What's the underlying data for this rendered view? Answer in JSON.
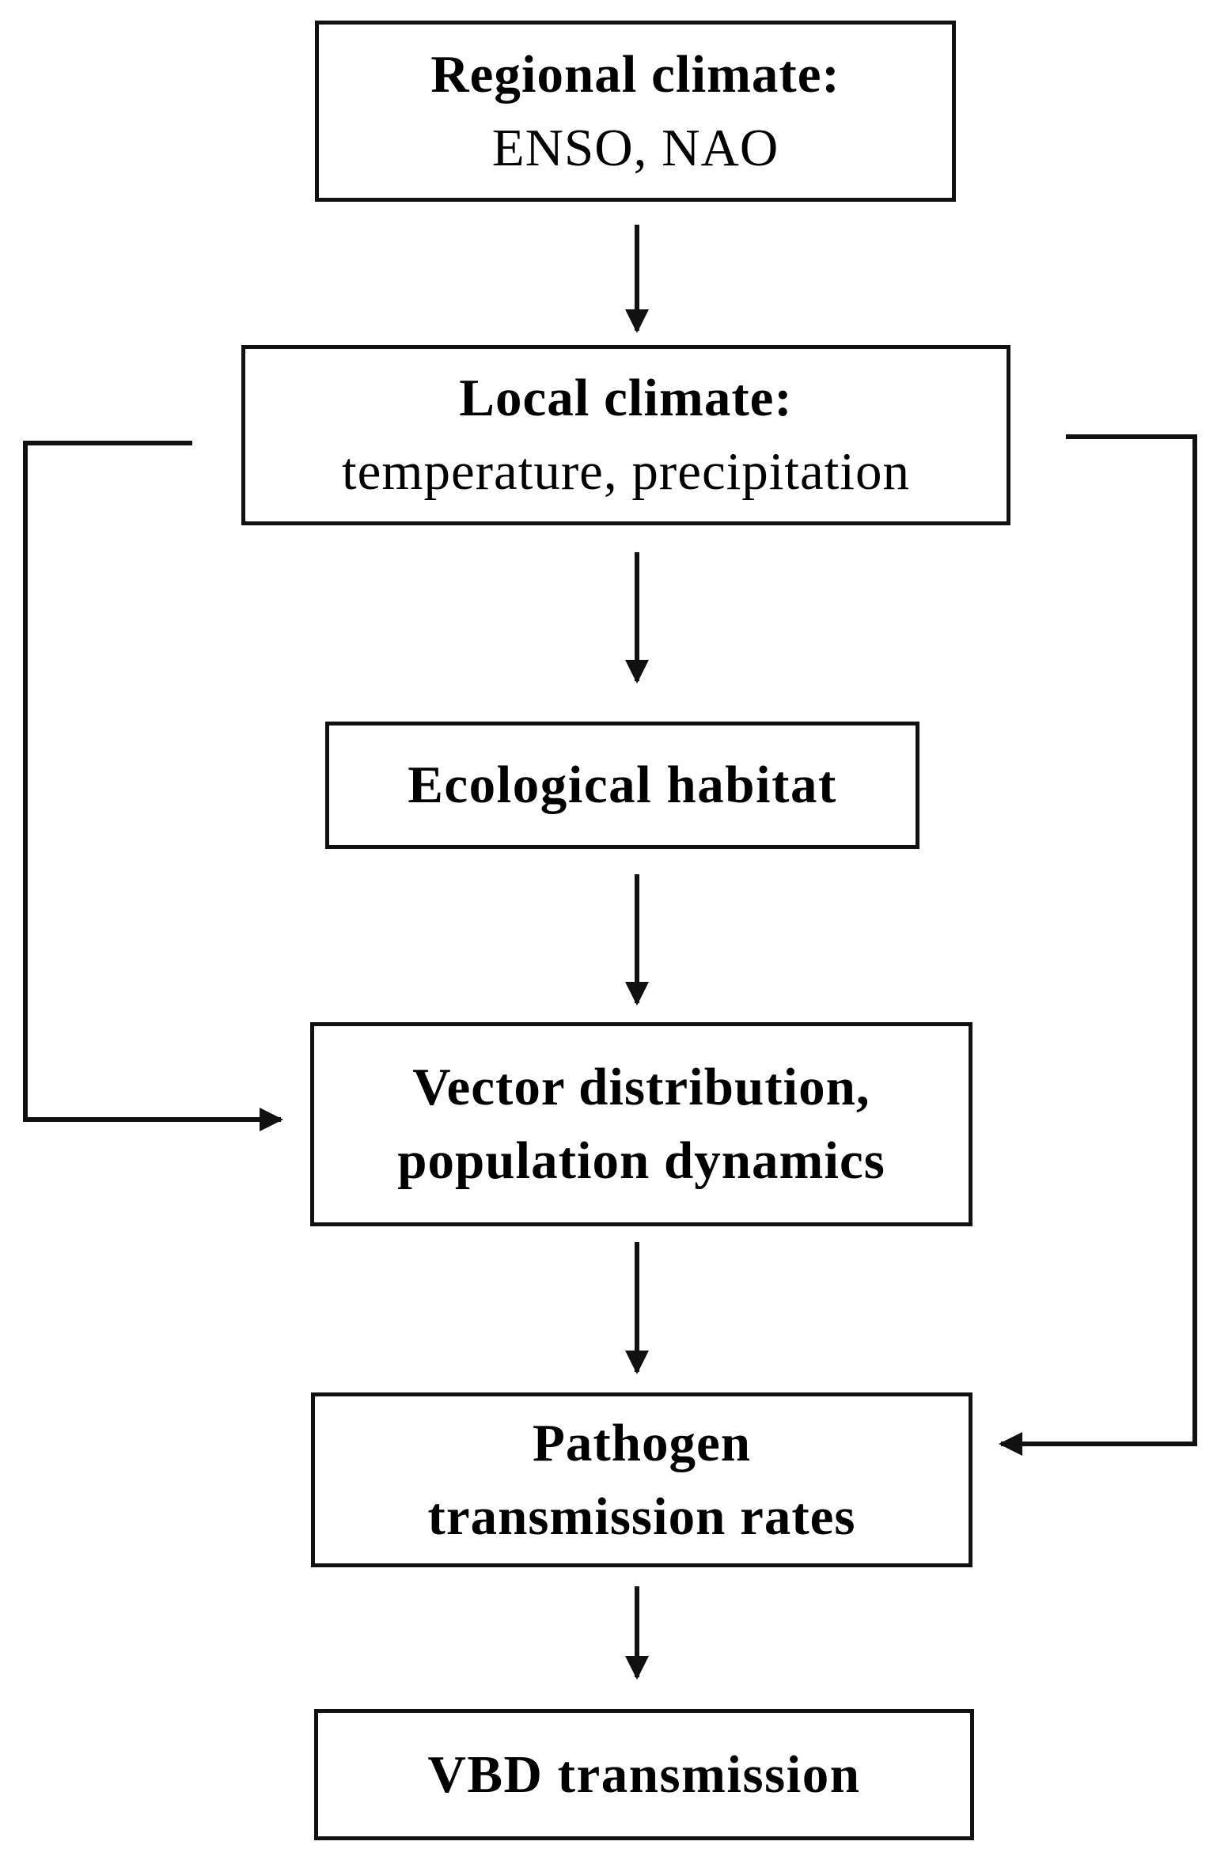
{
  "nodes": {
    "regional_climate": {
      "title": "Regional climate:",
      "subtitle": "ENSO, NAO"
    },
    "local_climate": {
      "title": "Local climate:",
      "subtitle": "temperature, precipitation"
    },
    "ecological_habitat": {
      "title": "Ecological habitat"
    },
    "vector_distribution": {
      "line1": "Vector distribution,",
      "line2": "population dynamics"
    },
    "pathogen_transmission": {
      "line1": "Pathogen",
      "line2": "transmission rates"
    },
    "vbd_transmission": {
      "title": "VBD transmission"
    }
  },
  "edges": [
    {
      "from": "regional_climate",
      "to": "local_climate"
    },
    {
      "from": "local_climate",
      "to": "ecological_habitat"
    },
    {
      "from": "ecological_habitat",
      "to": "vector_distribution"
    },
    {
      "from": "vector_distribution",
      "to": "pathogen_transmission"
    },
    {
      "from": "pathogen_transmission",
      "to": "vbd_transmission"
    },
    {
      "from": "local_climate",
      "to": "vector_distribution",
      "route": "left-bypass"
    },
    {
      "from": "local_climate",
      "to": "pathogen_transmission",
      "route": "right-bypass"
    }
  ],
  "colors": {
    "stroke": "#111111",
    "background": "#ffffff",
    "text": "#000000"
  }
}
